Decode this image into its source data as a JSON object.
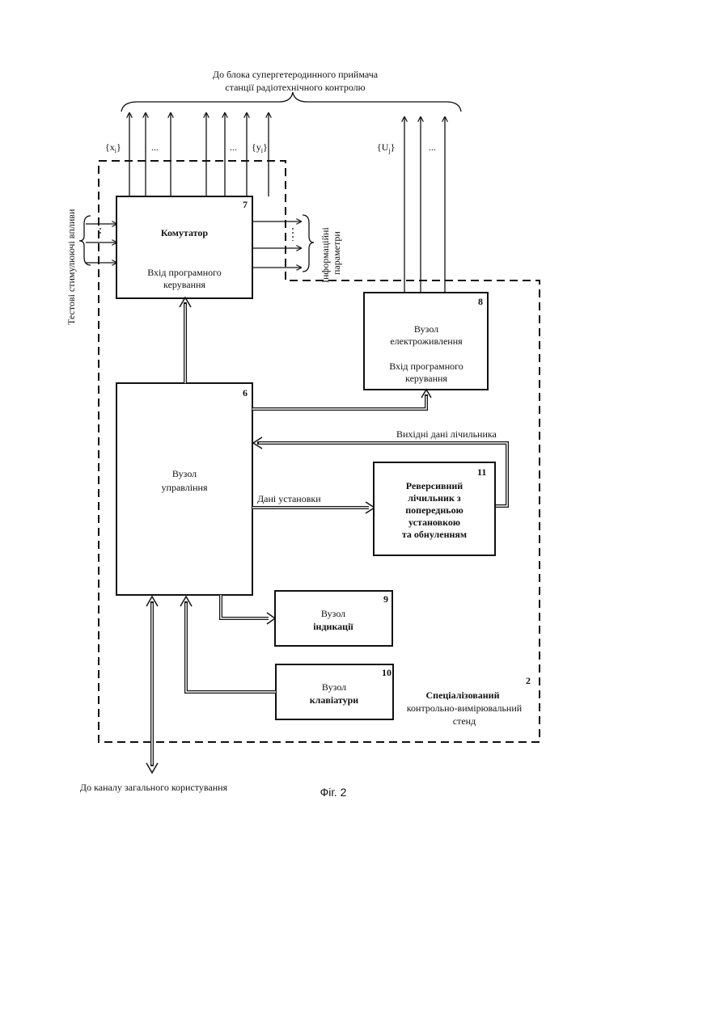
{
  "top_label": {
    "line1": "До блока супергетеродинного приймача",
    "line2": "станції радіотехнічного контролю"
  },
  "signals": {
    "x": "{x",
    "x_sub": "i",
    "y": "{y",
    "y_sub": "i",
    "u": "{U",
    "u_sub": "j",
    "dots": "..."
  },
  "left_side_label": "Тестові стимулюючі впливи",
  "right_info_label": {
    "line1": "Інформаційні",
    "line2": "параметри"
  },
  "blocks": {
    "commutator": {
      "number": "7",
      "title": "Комутатор",
      "sub1": "Вхід програмного",
      "sub2": "керування"
    },
    "power": {
      "number": "8",
      "title1": "Вузол",
      "title2": "електроживлення",
      "sub1": "Вхід програмного",
      "sub2": "керування"
    },
    "control": {
      "number": "6",
      "title1": "Вузол",
      "title2": "управління"
    },
    "counter": {
      "number": "11",
      "line1": "Реверсивний",
      "line2": "лічильник з",
      "line3": "попередньою",
      "line4": "установкою",
      "line5": "та обнуленням"
    },
    "indication": {
      "number": "9",
      "title1": "Вузол",
      "title2": "індикації"
    },
    "keyboard": {
      "number": "10",
      "title1": "Вузол",
      "title2": "клавіатури"
    }
  },
  "arrow_labels": {
    "counter_output": "Вихідні дані лічильника",
    "setup_data": "Дані установки"
  },
  "stand": {
    "number": "2",
    "line1": "Спеціалізований",
    "line2": "контрольно-вимірювальний",
    "line3": "стенд"
  },
  "bottom_label": "До каналу загального користування",
  "figure_caption": "Фіг. 2"
}
